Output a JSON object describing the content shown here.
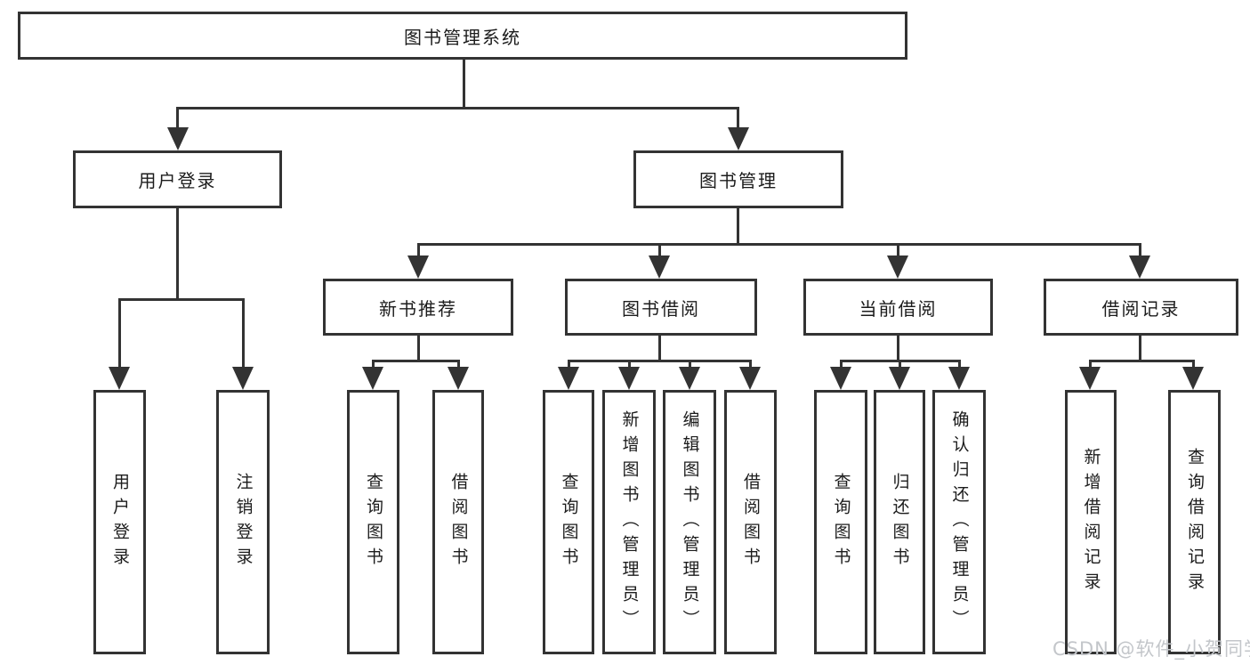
{
  "diagram": {
    "root": {
      "label": "图书管理系统"
    },
    "branches": [
      {
        "label": "用户登录",
        "children": [
          {
            "label": "用户登录"
          },
          {
            "label": "注销登录"
          }
        ]
      },
      {
        "label": "图书管理",
        "children": [
          {
            "label": "新书推荐",
            "children": [
              {
                "label": "查询图书"
              },
              {
                "label": "借阅图书"
              }
            ]
          },
          {
            "label": "图书借阅",
            "children": [
              {
                "label": "查询图书"
              },
              {
                "label": "新增图书（管理员）"
              },
              {
                "label": "编辑图书（管理员）"
              },
              {
                "label": "借阅图书"
              }
            ]
          },
          {
            "label": "当前借阅",
            "children": [
              {
                "label": "查询图书"
              },
              {
                "label": "归还图书"
              },
              {
                "label": "确认归还（管理员）"
              }
            ]
          },
          {
            "label": "借阅记录",
            "children": [
              {
                "label": "新增借阅记录"
              },
              {
                "label": "查询借阅记录"
              }
            ]
          }
        ]
      }
    ]
  },
  "watermark": {
    "text": "CSDN @软件_小贺同学"
  },
  "colors": {
    "line": "#333333",
    "box_border": "#333333",
    "box_background": "#ffffff",
    "text": "#1c1c1c",
    "watermark": "#c3c6ca"
  }
}
